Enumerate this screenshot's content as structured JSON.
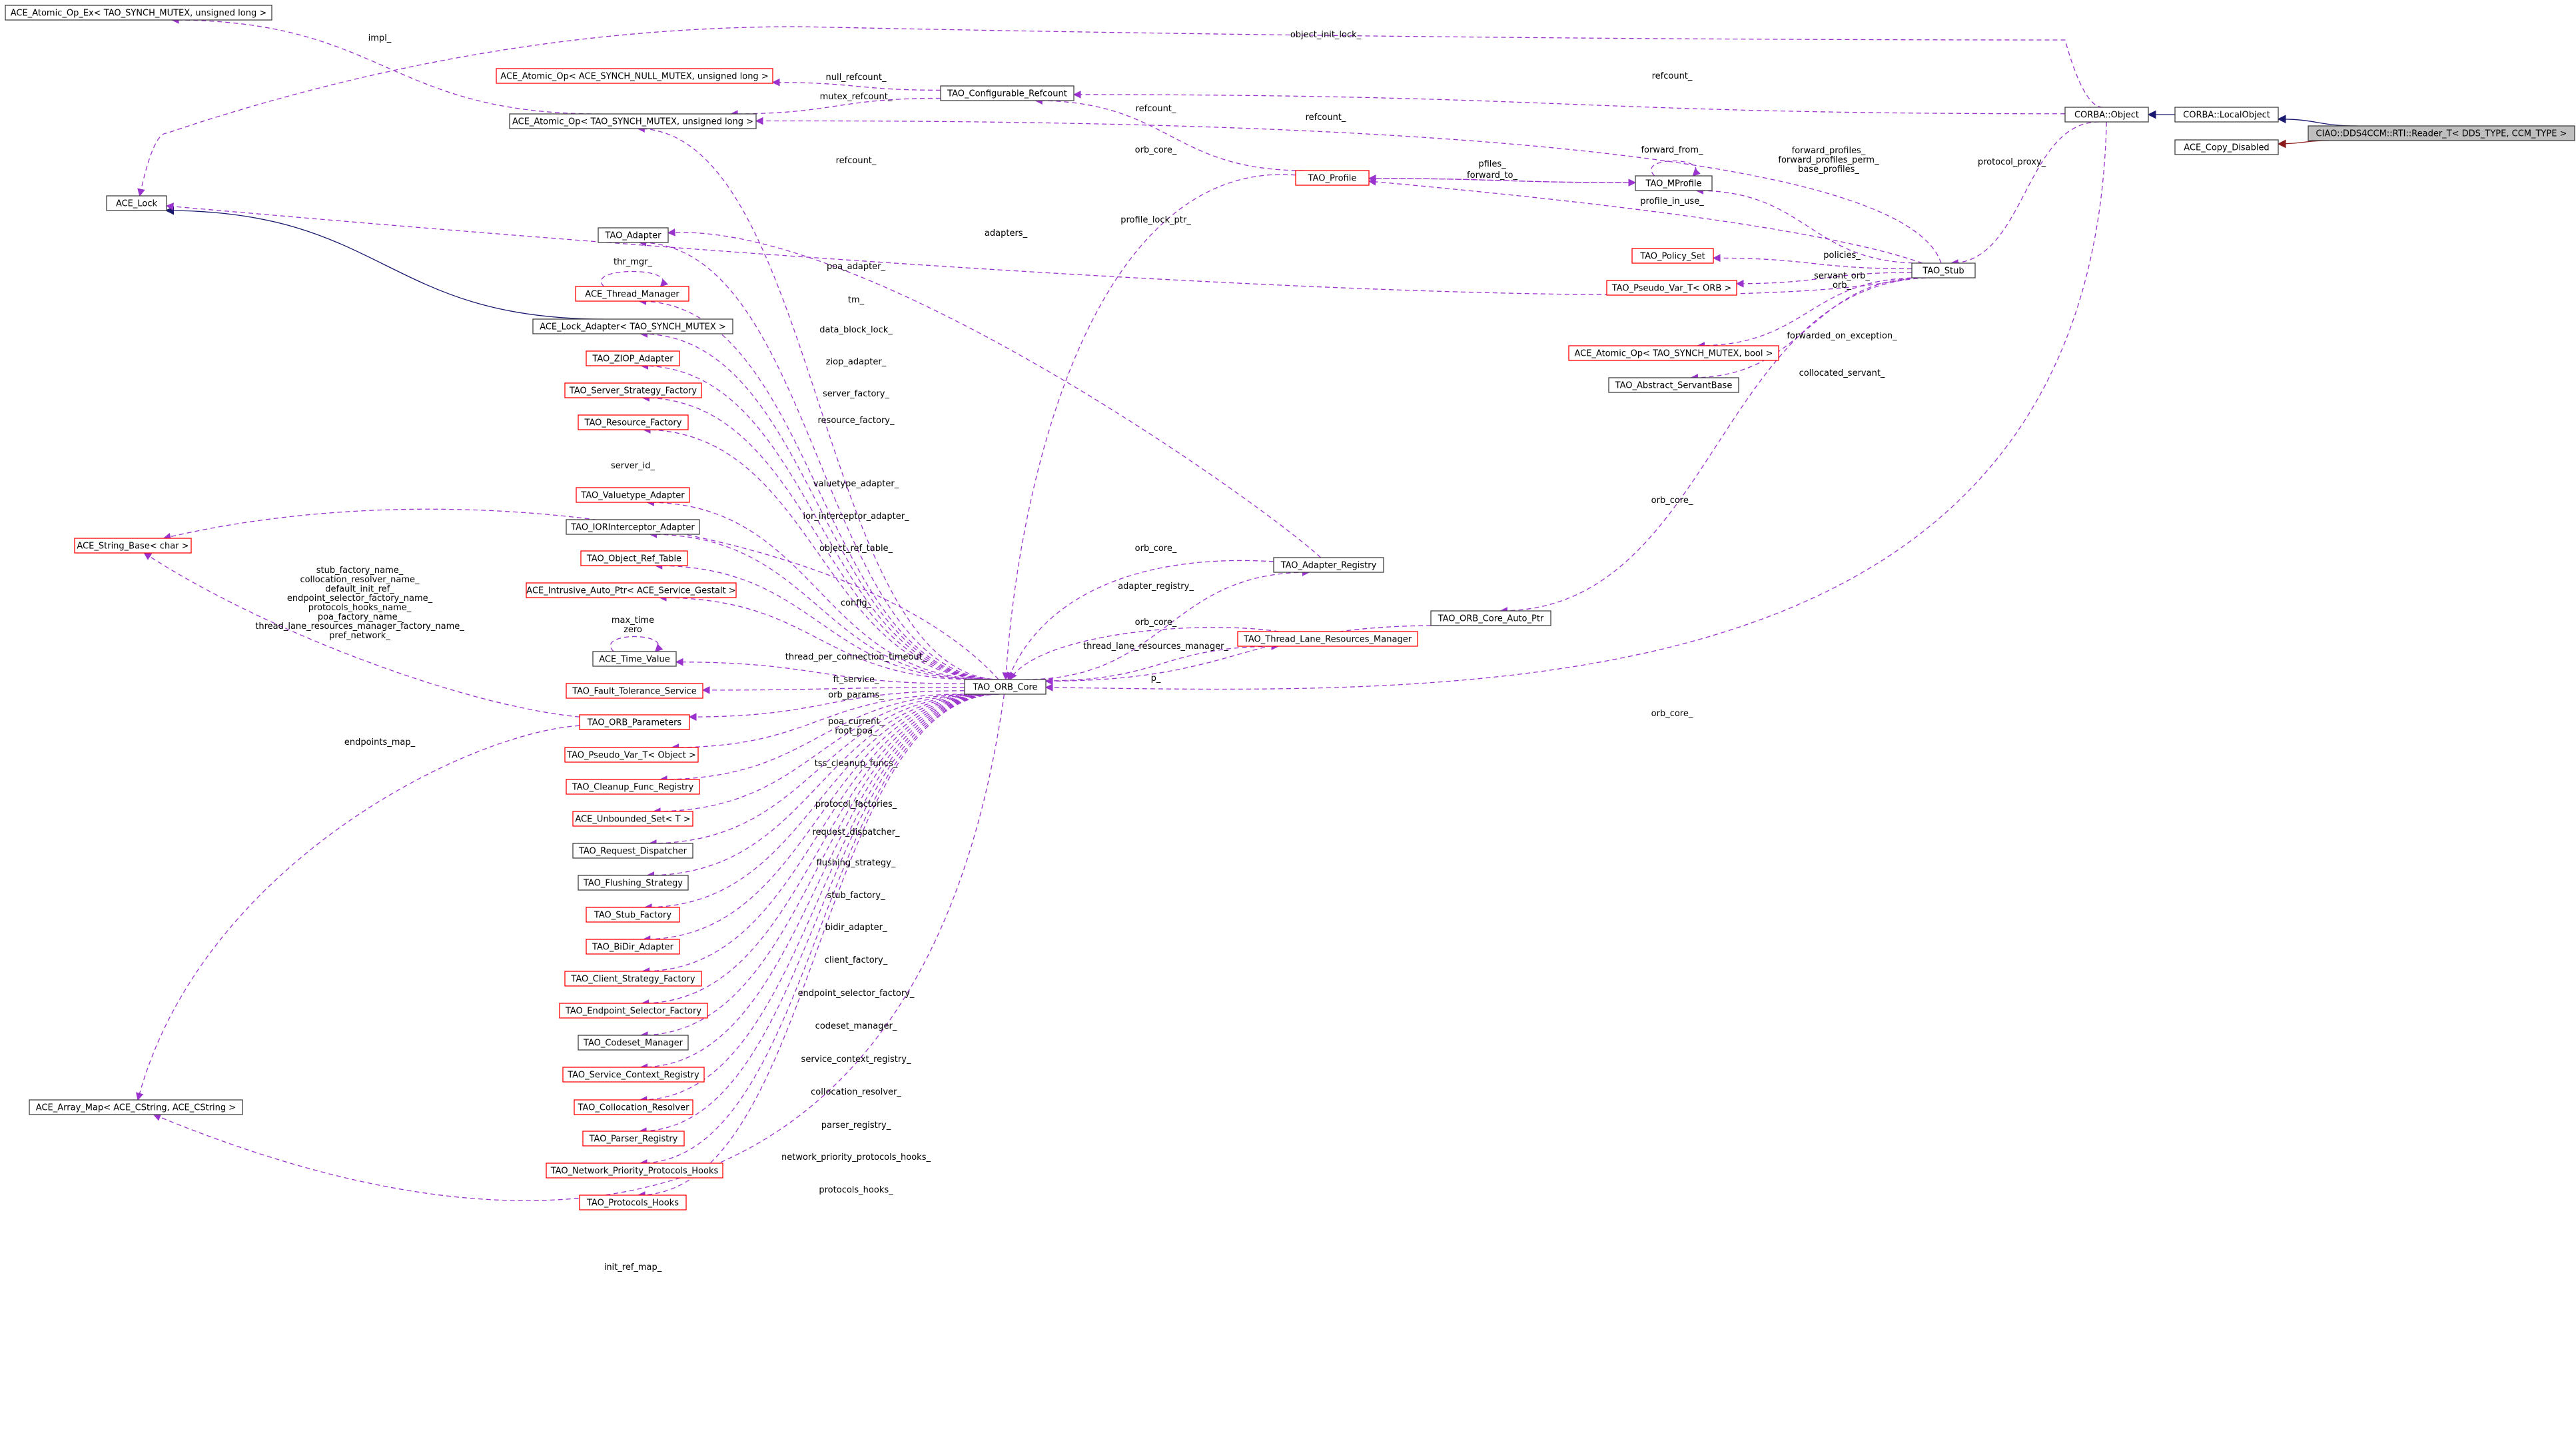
{
  "colors": {
    "node_border_black": "#404040",
    "node_border_red": "#ff0000",
    "focus_node_fill": "#bfbfbf",
    "usage_edge": "#9a32cd",
    "inheritance_edge": "#191970",
    "private_inheritance_edge": "#8b1a1a"
  },
  "nodes": {
    "ciao_reader": "CIAO::DDS4CCM::RTI::Reader_T< DDS_TYPE, CCM_TYPE >",
    "corba_localobject": "CORBA::LocalObject",
    "ace_copy_disabled": "ACE_Copy_Disabled",
    "corba_object": "CORBA::Object",
    "tao_stub": "TAO_Stub",
    "ace_atomic_op_ex": "ACE_Atomic_Op_Ex< TAO_SYNCH_MUTEX, unsigned long >",
    "ace_atomic_op_null": "ACE_Atomic_Op< ACE_SYNCH_NULL_MUTEX, unsigned long >",
    "ace_atomic_op_ulong": "ACE_Atomic_Op< TAO_SYNCH_MUTEX, unsigned long >",
    "tao_configurable_refcount": "TAO_Configurable_Refcount",
    "tao_profile": "TAO_Profile",
    "tao_mprofile": "TAO_MProfile",
    "ace_lock": "ACE_Lock",
    "tao_adapter": "TAO_Adapter",
    "ace_thread_manager": "ACE_Thread_Manager",
    "ace_lock_adapter": "ACE_Lock_Adapter< TAO_SYNCH_MUTEX >",
    "tao_ziop_adapter": "TAO_ZIOP_Adapter",
    "tao_server_strategy_factory": "TAO_Server_Strategy_Factory",
    "tao_resource_factory": "TAO_Resource_Factory",
    "tao_valuetype_adapter": "TAO_Valuetype_Adapter",
    "tao_ior_interceptor_adapter": "TAO_IORInterceptor_Adapter",
    "ace_string_base": "ACE_String_Base< char >",
    "tao_object_ref_table": "TAO_Object_Ref_Table",
    "ace_intrusive_auto_ptr": "ACE_Intrusive_Auto_Ptr< ACE_Service_Gestalt >",
    "ace_time_value": "ACE_Time_Value",
    "tao_fault_tolerance_service": "TAO_Fault_Tolerance_Service",
    "tao_orb_parameters": "TAO_ORB_Parameters",
    "tao_pseudo_var_object": "TAO_Pseudo_Var_T< Object >",
    "tao_cleanup_func_registry": "TAO_Cleanup_Func_Registry",
    "ace_unbounded_set": "ACE_Unbounded_Set< T >",
    "tao_request_dispatcher": "TAO_Request_Dispatcher",
    "tao_flushing_strategy": "TAO_Flushing_Strategy",
    "tao_stub_factory": "TAO_Stub_Factory",
    "tao_bidir_adapter": "TAO_BiDir_Adapter",
    "tao_client_strategy_factory": "TAO_Client_Strategy_Factory",
    "tao_endpoint_selector_factory": "TAO_Endpoint_Selector_Factory",
    "tao_codeset_manager": "TAO_Codeset_Manager",
    "tao_service_context_registry": "TAO_Service_Context_Registry",
    "ace_array_map": "ACE_Array_Map< ACE_CString, ACE_CString >",
    "tao_collocation_resolver": "TAO_Collocation_Resolver",
    "tao_parser_registry": "TAO_Parser_Registry",
    "tao_network_priority_protocols_hooks": "TAO_Network_Priority_Protocols_Hooks",
    "tao_protocols_hooks": "TAO_Protocols_Hooks",
    "tao_orb_core": "TAO_ORB_Core",
    "tao_adapter_registry": "TAO_Adapter_Registry",
    "tao_thread_lane_resources_manager": "TAO_Thread_Lane_Resources_Manager",
    "tao_orb_core_auto_ptr": "TAO_ORB_Core_Auto_Ptr",
    "tao_policy_set": "TAO_Policy_Set",
    "tao_pseudo_var_orb": "TAO_Pseudo_Var_T< ORB >",
    "ace_atomic_op_bool": "ACE_Atomic_Op< TAO_SYNCH_MUTEX, bool >",
    "tao_abstract_servantbase": "TAO_Abstract_ServantBase"
  },
  "edge_labels": {
    "impl": "impl_",
    "object_init_lock": "object_init_lock_",
    "refcount_obj_configurable": "refcount_",
    "refcount_stub": "refcount_",
    "null_refcount": "null_refcount_",
    "mutex_refcount": "mutex_refcount_",
    "refcount_profile": "refcount_",
    "refcount_orb": "refcount_",
    "orb_core_profile": "orb_core_",
    "pfiles": "pfiles_",
    "forward_to": "forward_to_",
    "forward_from": "forward_from_",
    "stub_profiles": "forward_profiles_\nforward_profiles_perm_\nbase_profiles_",
    "protocol_proxy": "protocol_proxy_",
    "profile_in_use": "profile_in_use_",
    "profile_lock_ptr": "profile_lock_ptr_",
    "adapters": "adapters_",
    "poa_adapter": "poa_adapter_",
    "thr_mgr": "thr_mgr_",
    "tm": "tm_",
    "data_block_lock": "data_block_lock_",
    "ziop_adapter": "ziop_adapter_",
    "server_factory": "server_factory_",
    "resource_factory": "resource_factory_",
    "server_id": "server_id_",
    "valuetype_adapter": "valuetype_adapter_",
    "ior_interceptor_adapter": "ior_interceptor_adapter_",
    "object_ref_table": "object_ref_table_",
    "string_params": "stub_factory_name_\ncollocation_resolver_name_\ndefault_init_ref_\nendpoint_selector_factory_name_\nprotocols_hooks_name_\npoa_factory_name_\nthread_lane_resources_manager_factory_name_\npref_network_",
    "config": "config_",
    "max_time_zero": "max_time\nzero",
    "thread_per_connection_timeout": "thread_per_connection_timeout_",
    "ft_service": "ft_service_",
    "orb_params": "orb_params_",
    "poa_current": "poa_current_\nroot_poa_",
    "tss_cleanup_funcs": "tss_cleanup_funcs_",
    "protocol_factories": "protocol_factories_",
    "request_dispatcher": "request_dispatcher_",
    "flushing_strategy": "flushing_strategy_",
    "stub_factory": "stub_factory_",
    "bidir_adapter": "bidir_adapter_",
    "client_factory": "client_factory_",
    "endpoint_selector_factory": "endpoint_selector_factory_",
    "codeset_manager": "codeset_manager_",
    "service_context_registry": "service_context_registry_",
    "collocation_resolver": "collocation_resolver_",
    "parser_registry": "parser_registry_",
    "network_priority_protocols_hooks": "network_priority_protocols_hooks_",
    "protocols_hooks": "protocols_hooks_",
    "endpoints_map": "endpoints_map_",
    "init_ref_map": "init_ref_map_",
    "orb_core_adapter": "orb_core_",
    "adapter_registry": "adapter_registry_",
    "orb_core_tlrm": "orb_core_",
    "thread_lane_resources_manager": "thread_lane_resources_manager_",
    "p": "p_",
    "orb_core_auto": "orb_core_",
    "orb_core_object": "orb_core_",
    "policies": "policies_",
    "servant_orb": "servant_orb_\norb_",
    "forwarded_on_exception": "forwarded_on_exception_",
    "collocated_servant": "collocated_servant_"
  }
}
